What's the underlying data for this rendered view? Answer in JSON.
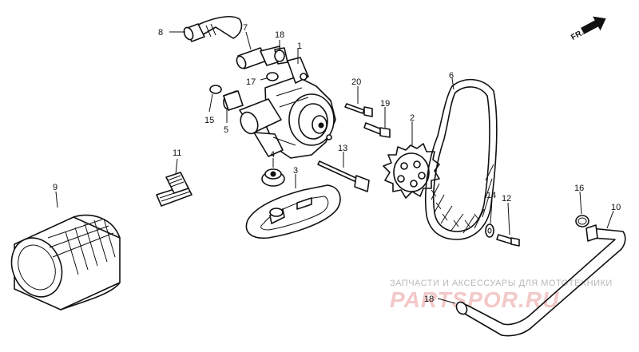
{
  "diagram": {
    "direction_label": "FR.",
    "callouts": [
      "1",
      "2",
      "3",
      "4",
      "5",
      "6",
      "7",
      "8",
      "9",
      "10",
      "11",
      "12",
      "13",
      "14",
      "15",
      "16",
      "17",
      "18",
      "19",
      "20"
    ],
    "callout_18_bottom": "18",
    "watermark": {
      "caption": "ЗАПЧАСТИ И АКСЕССУАРЫ ДЛЯ МОТОТЕХНИКИ",
      "brand": "PARTSPOR.RU"
    },
    "colors": {
      "line": "#111111",
      "watermark_caption": "#b9b9b9",
      "watermark_brand": "#f3c8c8"
    }
  }
}
